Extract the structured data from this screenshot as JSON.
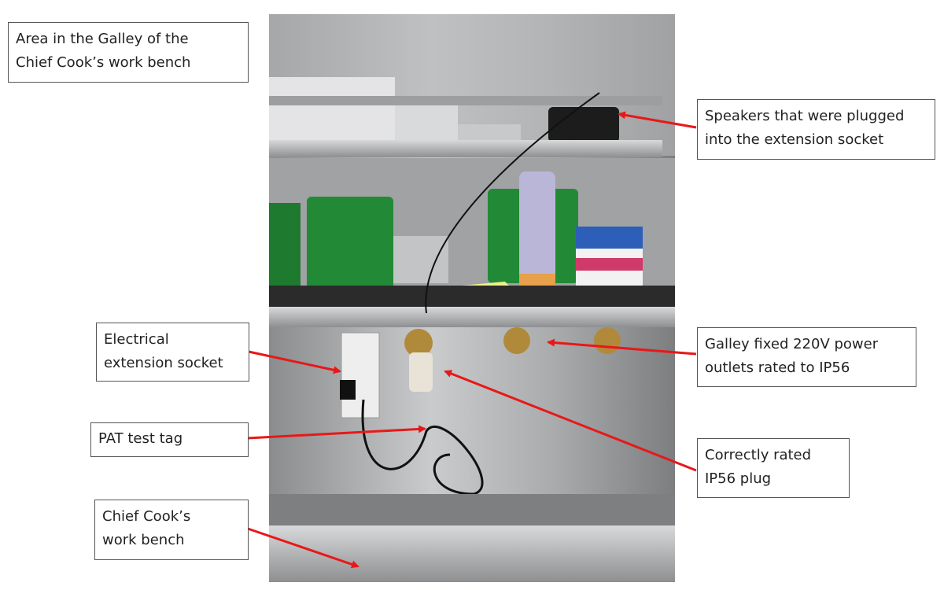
{
  "photo": {
    "subject": "galley"
  },
  "callouts": {
    "area": {
      "line1": "Area in the Galley of the",
      "line2": "Chief Cook’s work bench"
    },
    "speakers": {
      "line1": "Speakers that were plugged",
      "line2": "into the extension socket"
    },
    "socket": {
      "line1": "Electrical",
      "line2": "extension socket"
    },
    "outlets": {
      "line1": "Galley fixed 220V power",
      "line2": "outlets rated to IP56"
    },
    "pat": {
      "line1": "PAT test tag"
    },
    "plug": {
      "line1": "Correctly rated",
      "line2": "IP56 plug"
    },
    "bench": {
      "line1": "Chief Cook’s",
      "line2": "work bench"
    }
  },
  "colors": {
    "arrow": "#e81818",
    "box_border": "#555555"
  }
}
